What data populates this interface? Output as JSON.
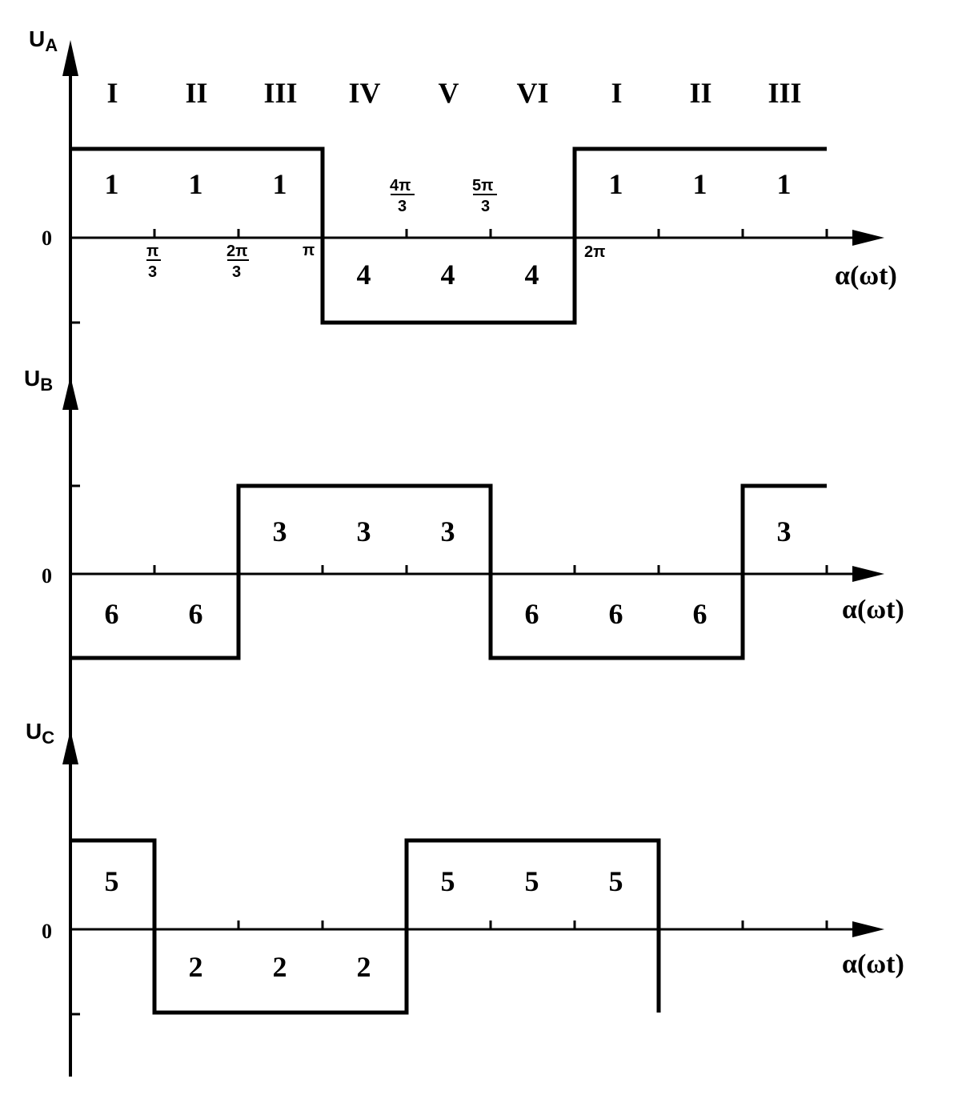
{
  "colors": {
    "line": "#000000",
    "background": "#ffffff"
  },
  "segment_labels": [
    "I",
    "II",
    "III",
    "IV",
    "V",
    "VI",
    "I",
    "II",
    "III"
  ],
  "pi_ticks": {
    "pi3": {
      "num": "π",
      "den": "3"
    },
    "two_pi3": {
      "num": "2π",
      "den": "3"
    },
    "pi": "π",
    "four_pi3": {
      "num": "4π",
      "den": "3"
    },
    "five_pi3": {
      "num": "5π",
      "den": "3"
    },
    "two_pi": "2π"
  },
  "x_axis_label": "α(ωt)",
  "zero_label": "0",
  "plots": [
    {
      "name": "A",
      "y_label_main": "U",
      "y_label_sub": "A",
      "levels": [
        1,
        1,
        1,
        -1,
        -1,
        -1,
        1,
        1,
        1
      ],
      "segment_numbers": [
        "1",
        "1",
        "1",
        "4",
        "4",
        "4",
        "1",
        "1",
        "1"
      ]
    },
    {
      "name": "B",
      "y_label_main": "U",
      "y_label_sub": "B",
      "levels": [
        -1,
        -1,
        1,
        1,
        1,
        -1,
        -1,
        -1,
        1
      ],
      "segment_numbers": [
        "6",
        "6",
        "3",
        "3",
        "3",
        "6",
        "6",
        "6",
        "3"
      ]
    },
    {
      "name": "C",
      "y_label_main": "U",
      "y_label_sub": "C",
      "levels": [
        1,
        -1,
        -1,
        -1,
        1,
        1,
        1,
        null,
        null
      ],
      "segment_numbers": [
        "5",
        "2",
        "2",
        "2",
        "5",
        "5",
        "5",
        "",
        ""
      ]
    }
  ]
}
